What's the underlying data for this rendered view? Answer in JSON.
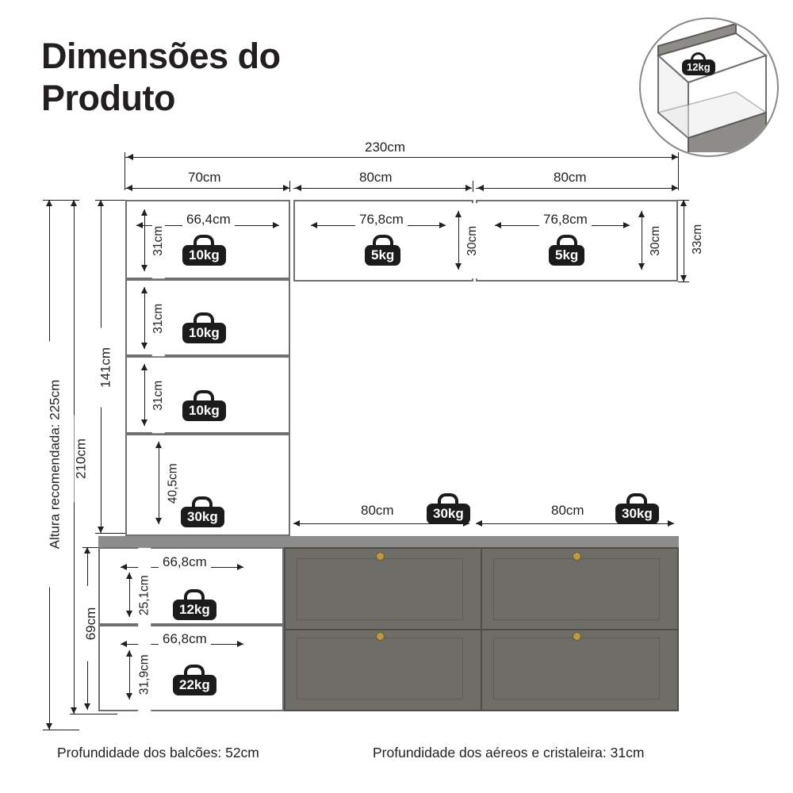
{
  "title": {
    "line1": "Dimensões do",
    "line2": "Produto"
  },
  "inset": {
    "weight": "12kg",
    "name": "drawer-detail"
  },
  "top_dimensions": {
    "total_width": "230cm",
    "segments": [
      "70cm",
      "80cm",
      "80cm"
    ]
  },
  "left_dimensions": {
    "recommended_height": "Altura recomendada: 225cm",
    "total_height": "210cm",
    "upper_height": "141cm",
    "lower_height": "69cm"
  },
  "upper_units": {
    "tall_shelves": [
      {
        "width": "66,4cm",
        "height": "31cm",
        "weight": "10kg"
      },
      {
        "width": "",
        "height": "31cm",
        "weight": "10kg"
      },
      {
        "width": "",
        "height": "31cm",
        "weight": "10kg"
      },
      {
        "width": "",
        "height": "40,5cm",
        "weight": "30kg"
      }
    ],
    "wall_cabinets": [
      {
        "width": "76,8cm",
        "height": "30cm",
        "weight": "5kg"
      },
      {
        "width": "76,8cm",
        "height": "30cm",
        "weight": "5kg"
      }
    ],
    "wall_outer_height": "33cm"
  },
  "lower_units": {
    "left_shelves": [
      {
        "width": "66,8cm",
        "height": "25,1cm",
        "weight": "12kg"
      },
      {
        "width": "66,8cm",
        "height": "31,9cm",
        "weight": "22kg"
      }
    ],
    "counter_segments": [
      {
        "width": "80cm",
        "weight": "30kg"
      },
      {
        "width": "80cm",
        "weight": "30kg"
      }
    ]
  },
  "footnotes": {
    "left": "Profundidade dos balcões: 52cm",
    "right": "Profundidade dos aéreos e cristaleira: 31cm"
  },
  "colors": {
    "line": "#231f20",
    "outline": "#6f7072",
    "cabinet_grey": "#6f6d68",
    "counter": "#8c8c8c",
    "badge": "#1b1b1b"
  }
}
